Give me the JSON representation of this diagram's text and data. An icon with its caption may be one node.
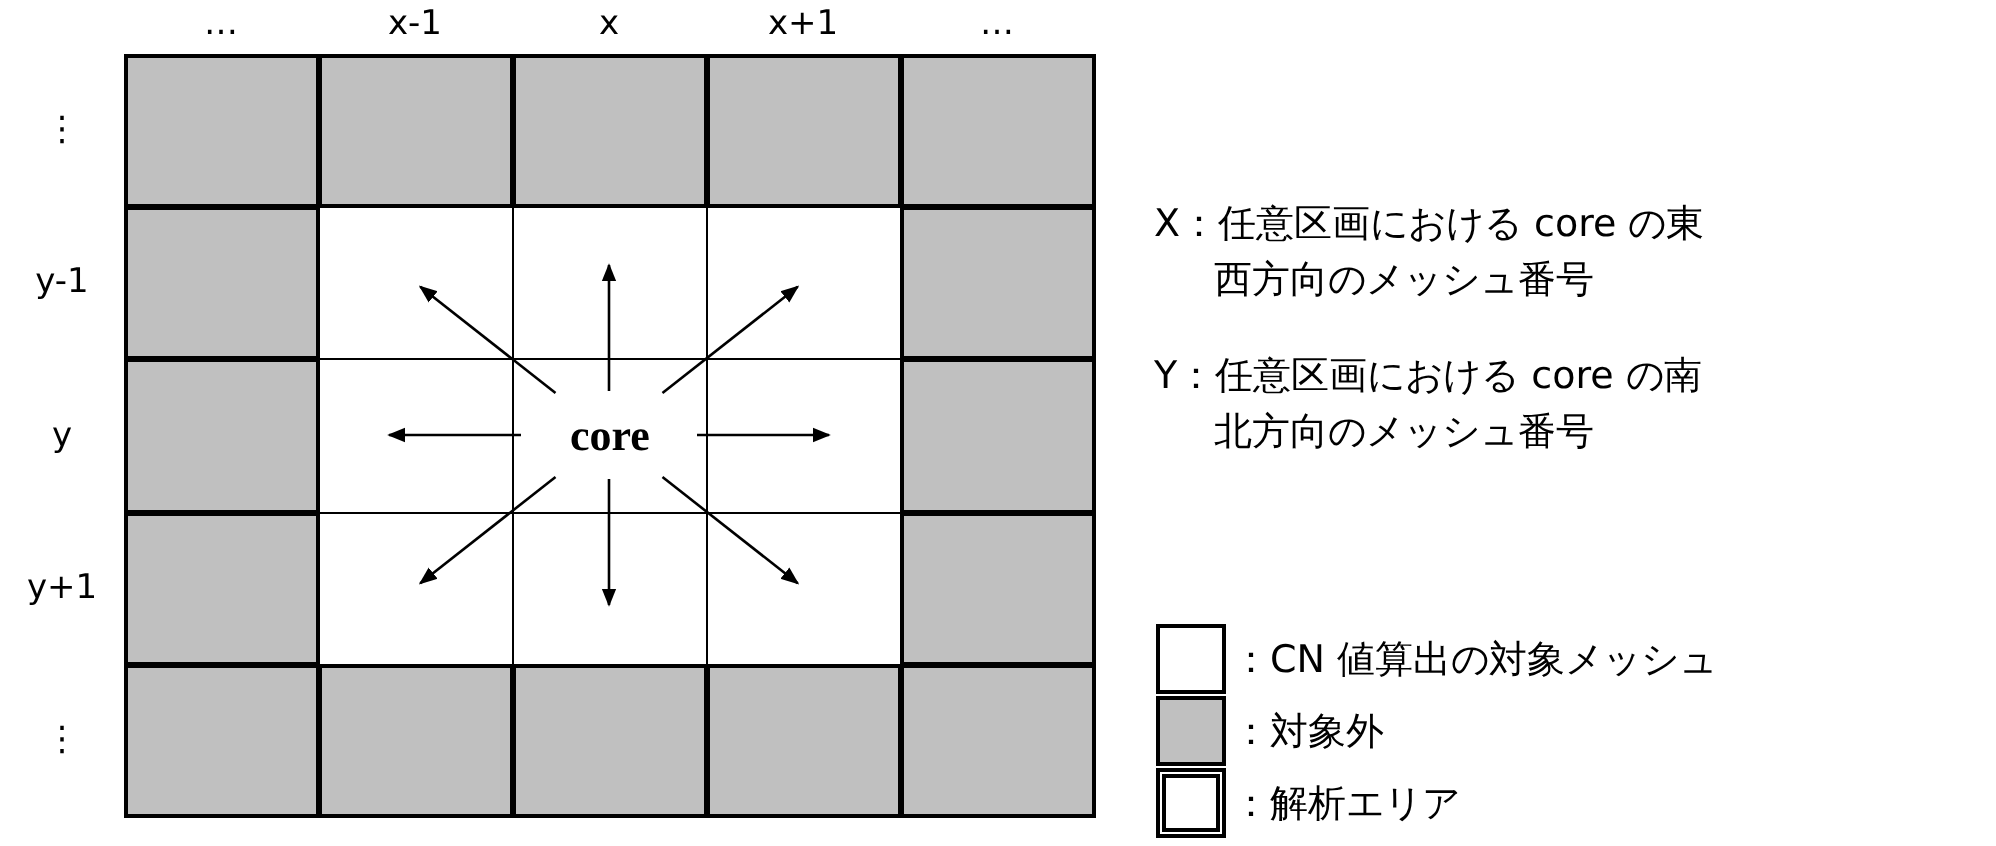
{
  "diagram": {
    "nodes": [
      {
        "text": [],
        "shape": "box"
      },
      {
        "text": [],
        "shape": "box"
      },
      {
        "text": [],
        "shape": "box"
      },
      {
        "text": [],
        "shape": "box"
      },
      {
        "text": [],
        "shape": "box"
      },
      {
        "text": [],
        "shape": "box"
      },
      {
        "text": [],
        "shape": "box"
      },
      {
        "text": [],
        "shape": "box",
        "in": 0
      },
      {
        "text": [],
        "shape": "box",
        "in": 0
      },
      {
        "text": [],
        "shape": "box",
        "in": 0
      },
      {
        "text": [],
        "shape": "box"
      },
      {
        "text": [],
        "shape": "box"
      },
      {
        "text": [],
        "shape": "box",
        "in": 0
      },
      {
        "text": [
          "core"
        ],
        "in": 0
      },
      {
        "text": [],
        "shape": "box",
        "in": 0
      },
      {
        "text": [],
        "shape": "box"
      },
      {
        "text": [],
        "shape": "box"
      },
      {
        "text": [],
        "shape": "box",
        "in": 0
      },
      {
        "text": [],
        "shape": "box",
        "in": 0
      },
      {
        "text": [],
        "shape": "box",
        "in": 0
      },
      {
        "text": [],
        "shape": "box"
      },
      {
        "text": [],
        "shape": "box"
      },
      {
        "text": [],
        "shape": "box"
      },
      {
        "text": [],
        "shape": "box"
      },
      {
        "text": [],
        "shape": "box"
      },
      {
        "text": [],
        "shape": "box"
      }
    ],
    "edges": [
      {
        "from": 13,
        "to": 7,
        "arrow": "to"
      },
      {
        "from": 13,
        "to": 8,
        "arrow": "to"
      },
      {
        "from": 13,
        "to": 9,
        "arrow": "to"
      },
      {
        "from": 13,
        "to": 12,
        "arrow": "to"
      },
      {
        "from": 13,
        "to": 14,
        "arrow": "to"
      },
      {
        "from": 13,
        "to": 17,
        "arrow": "to"
      },
      {
        "from": 13,
        "to": 18,
        "arrow": "to"
      },
      {
        "from": 13,
        "to": 19,
        "arrow": "to"
      }
    ],
    "labels": [
      "…",
      "x-1",
      "x",
      "x+1",
      "…",
      "⋮",
      "y-1",
      "y",
      "y+1",
      "⋮",
      "X：任意区画における core の東西方向のメッシュ番号",
      "Y：任意区画における core の南北方向のメッシュ番号"
    ],
    "legend": [
      {
        "text": "：CN 値算出の対象メッシュ",
        "color": "#ffffff"
      },
      {
        "text": "：対象外",
        "color": "#c0c0c0"
      },
      {
        "text": "：解析エリア"
      }
    ]
  }
}
